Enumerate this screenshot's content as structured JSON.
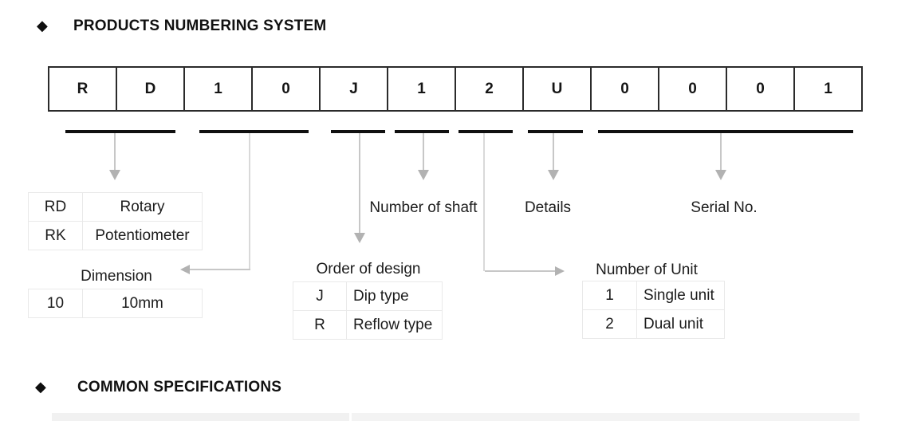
{
  "sections": {
    "numbering_system": {
      "heading": "PRODUCTS NUMBERING SYSTEM"
    },
    "common_specifications": {
      "heading": "COMMON SPECIFICATIONS"
    }
  },
  "product_code": {
    "characters": [
      "R",
      "D",
      "1",
      "0",
      "J",
      "1",
      "2",
      "U",
      "0",
      "0",
      "0",
      "1"
    ]
  },
  "callouts": {
    "product_type": {
      "rows": [
        {
          "code": "RD",
          "meaning": "Rotary"
        },
        {
          "code": "RK",
          "meaning": "Potentiometer"
        }
      ]
    },
    "dimension": {
      "label": "Dimension",
      "rows": [
        {
          "code": "10",
          "meaning": "10mm"
        }
      ]
    },
    "order_of_design": {
      "label": "Order of design",
      "rows": [
        {
          "code": "J",
          "meaning": "Dip type"
        },
        {
          "code": "R",
          "meaning": "Reflow type"
        }
      ]
    },
    "number_of_shaft": {
      "label": "Number of shaft"
    },
    "details": {
      "label": "Details"
    },
    "number_of_unit": {
      "label": "Number of Unit",
      "rows": [
        {
          "code": "1",
          "meaning": "Single unit"
        },
        {
          "code": "2",
          "meaning": "Dual unit"
        }
      ]
    },
    "serial_no": {
      "label": "Serial No."
    }
  },
  "colors": {
    "text": "#1c1c1c",
    "underline": "#101010",
    "arrow": "#b2b2b2",
    "box_border": "#2b2b2b",
    "table_border": "#e9e9e9",
    "specs_row_fill": "#f1f1f1"
  }
}
